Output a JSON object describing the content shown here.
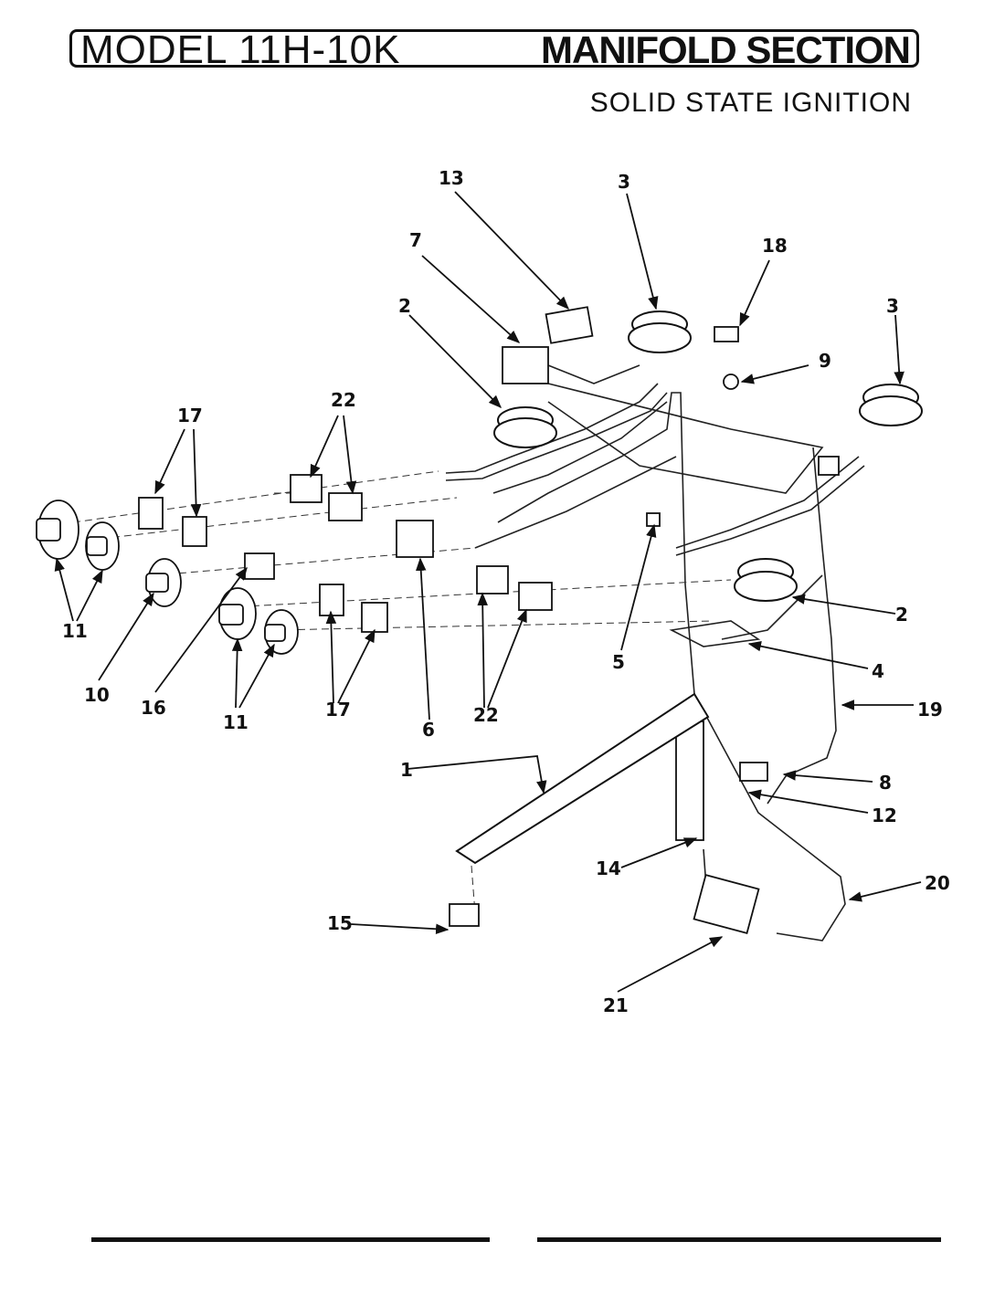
{
  "header": {
    "model": "MODEL 11H-10K",
    "section": "MANIFOLD SECTION",
    "subtitle": "SOLID STATE IGNITION"
  },
  "callouts": {
    "c1": "1",
    "c2a": "2",
    "c2b": "2",
    "c3a": "3",
    "c3b": "3",
    "c4": "4",
    "c5": "5",
    "c6": "6",
    "c7": "7",
    "c8": "8",
    "c9": "9",
    "c10": "10",
    "c11a": "11",
    "c11b": "11",
    "c12": "12",
    "c13": "13",
    "c14": "14",
    "c15": "15",
    "c16": "16",
    "c17a": "17",
    "c17b": "17",
    "c18": "18",
    "c19": "19",
    "c20": "20",
    "c21": "21",
    "c22a": "22",
    "c22b": "22"
  }
}
